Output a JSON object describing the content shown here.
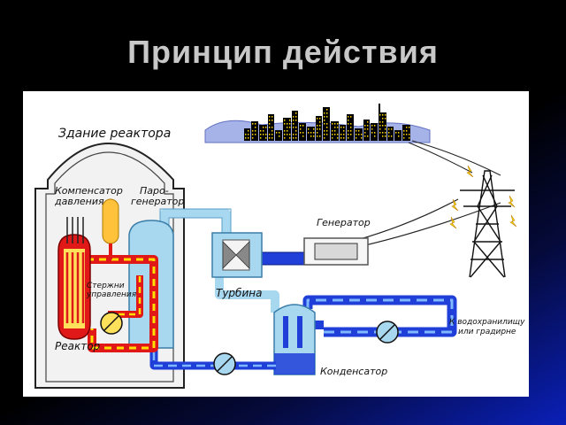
{
  "slide": {
    "title": "Принцип действия"
  },
  "diagram": {
    "labels": {
      "reactor_building": "Здание реактора",
      "pressurizer_line1": "Компенсатор",
      "pressurizer_line2": "давления",
      "steam_gen_line1": "Паро-",
      "steam_gen_line2": "генератор",
      "generator": "Генератор",
      "turbine": "Турбина",
      "control_rods_line1": "Стержни",
      "control_rods_line2": "управления",
      "reactor": "Реактор",
      "condenser": "Конденсатор",
      "to_reservoir_line1": "К водохранилищу",
      "to_reservoir_line2": "или градирне"
    },
    "colors": {
      "primary_loop": "#e01818",
      "primary_dash": "#ffe000",
      "steam": "#a8d8f0",
      "cooling_water": "#1f3fd8",
      "cooling_dash": "#7fb8ff",
      "building": "#f0f0f0",
      "city_buildings": "#000000",
      "city_windows": "#ffd800",
      "sky": "#a6b3e8"
    }
  }
}
